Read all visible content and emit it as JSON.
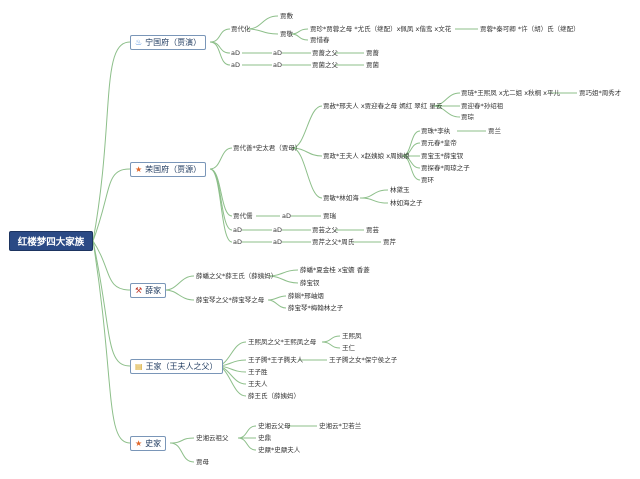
{
  "root": {
    "title": "红楼梦四大家族"
  },
  "branches": {
    "ningguo": {
      "label": "宁国府（贾演）",
      "icon": "fire-icon"
    },
    "rongguo": {
      "label": "荣国府（贾源）",
      "icon": "star-icon"
    },
    "xue": {
      "label": "薛家",
      "icon": "tools-icon"
    },
    "wang": {
      "label": "王家（王夫人之父）",
      "icon": "note-icon"
    },
    "shi": {
      "label": "史家",
      "icon": "star-icon"
    }
  },
  "nodes": {
    "ng1": "贾代化",
    "ng2": "贾敷",
    "ng3": "贾敬",
    "ng4": "贾珍*贾蓉之母 *尤氏（继配）x佩凤 x偕鸾 x文花",
    "ng5": "贾蓉*秦可卿 *许（胡）氏（继配）",
    "ng6": "贾惜春",
    "ng7": "aD",
    "ng8": "aD",
    "ng9": "贾蔷之父",
    "ng10": "贾蔷",
    "ng11": "aD",
    "ng12": "aD",
    "ng13": "贾菌之父",
    "ng14": "贾菌",
    "rg1": "贾代善*史太君（贾母）",
    "rg2": "贾赦*邢夫人 x贾迎春之母 嫣红 翠红 星云",
    "rg3": "贾琏*王熙凤 x尤二姐 x秋桐 x平儿",
    "rg4": "贾巧姐*周秀才",
    "rg5": "贾迎春*孙绍祖",
    "rg6": "贾琮",
    "rg7": "贾政*王夫人 x赵姨娘 x周姨娘",
    "rg8": "贾珠*李纨",
    "rg9": "贾兰",
    "rg10": "贾元春*皇帝",
    "rg11": "贾宝玉*薛宝钗",
    "rg12": "贾探春*周琼之子",
    "rg13": "贾环",
    "rg14": "贾敏*林如海",
    "rg15": "林黛玉",
    "rg16": "林如海之子",
    "rg17": "贾代儒",
    "rg18": "aD",
    "rg19": "贾瑞",
    "rg20": "aD",
    "rg21": "aD",
    "rg22": "贾芸之父",
    "rg23": "贾芸",
    "rg24": "aD",
    "rg25": "aD",
    "rg26": "贾芹之父*周氏",
    "rg27": "贾芹",
    "xu1": "薛蟠之父*薛王氏（薛姨妈）",
    "xu2": "薛蟠*夏金桂 x宝蟾 香菱",
    "xu3": "薛宝钗",
    "xu4": "薛宝琴之父*薛宝琴之母",
    "xu5": "薛蝌*邢岫烟",
    "xu6": "薛宝琴*梅翰林之子",
    "wa1": "王熙凤之父*王熙凤之母",
    "wa2": "王熙凤",
    "wa3": "王仁",
    "wa4": "王子腾*王子腾夫人",
    "wa5": "王子腾之女*保宁侯之子",
    "wa6": "王子胜",
    "wa7": "王夫人",
    "wa8": "薛王氏（薛姨妈）",
    "sh1": "史湘云祖父",
    "sh2": "史湘云父母",
    "sh3": "史湘云*卫若兰",
    "sh4": "史鼎",
    "sh5": "史鼐*史鼐夫人",
    "sh6": "贾母"
  }
}
